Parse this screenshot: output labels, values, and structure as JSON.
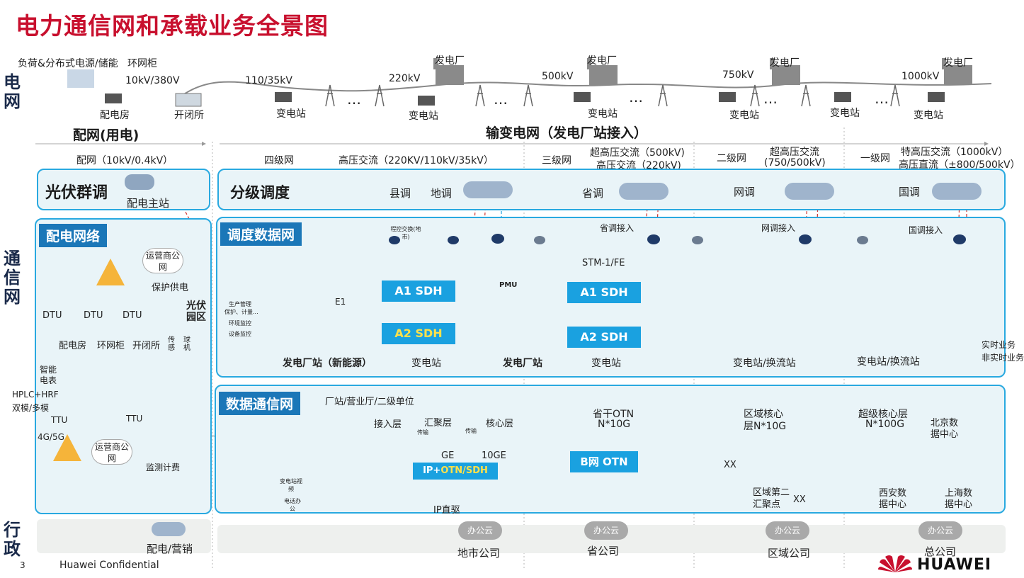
{
  "title": "电力通信网和承载业务全景图",
  "side_labels": {
    "grid": "电网",
    "comm": "通信网",
    "admin": "行政"
  },
  "grid_row": {
    "load": "负荷&分布式电源/储能",
    "ring_cabinet": "环网柜",
    "v10_380": "10kV/380V",
    "dist_room": "配电房",
    "switch_station": "开闭所",
    "v110_35": "110/35kV",
    "substation_a": "变电站",
    "v220": "220kV",
    "power_plant_1": "发电厂",
    "substation_b": "变电站",
    "v500": "500kV",
    "power_plant_2": "发电厂",
    "substation_c": "变电站",
    "v750": "750kV",
    "power_plant_3": "发电厂",
    "substation_d": "变电站",
    "substation_e": "变电站",
    "v1000": "1000kV",
    "power_plant_4": "发电厂",
    "substation_f": "变电站",
    "dots": "…"
  },
  "sections": {
    "dist": "配网(用电)",
    "trans": "输变电网（发电厂站接入）"
  },
  "levels": {
    "dist_range": "配网（10kV/0.4kV）",
    "l4": "四级网",
    "l4_desc": "高压交流（220KV/110kV/35kV）",
    "l3": "三级网",
    "l3_desc1": "超高压交流（500kV)",
    "l3_desc2": "高压交流（220kV)",
    "l2": "二级网",
    "l2_desc1": "超高压交流",
    "l2_desc2": "(750/500kV)",
    "l1": "一级网",
    "l1_desc1": "特高压交流（1000kV）",
    "l1_desc2": "高压直流（±800/500kV）"
  },
  "dispatch": {
    "pv": "光伏群调",
    "pv_master": "配电主站",
    "title": "分级调度",
    "county": "县调",
    "city": "地调",
    "province": "省调",
    "network": "网调",
    "national": "国调"
  },
  "dist_net": {
    "title": "配电网络",
    "operator1": "运营商公网",
    "protect": "保护供电",
    "pv_park": "光伏园区",
    "dtu": "DTU",
    "dist_room": "配电房",
    "ring_cabinet": "环网柜",
    "switch_station": "开闭所",
    "sensor": "传感",
    "dome": "球机",
    "smart_meter": "智能电表",
    "hplc": "HPLC+HRF",
    "dual_mode": "双模/多模",
    "ttu": "TTU",
    "g45": "4G/5G",
    "operator2": "运营商公网",
    "metering": "监测计费"
  },
  "dispatch_net": {
    "title": "调度数据网",
    "remote_switch": "程控交换(地市)",
    "prov_access": "省调接入",
    "net_access": "网调接入",
    "nat_access": "国调接入",
    "stm": "STM-1/FE",
    "pmu": "PMU",
    "e1": "E1",
    "prod_mgmt": "生产管理",
    "protect_meter": "保护、计量...",
    "env_monitor": "环境监控",
    "equip_monitor": "设备监控",
    "a1": "A1 SDH",
    "a2": "A2 SDH",
    "a1b": "A1 SDH",
    "a2b": "A2 SDH",
    "plant_newenergy": "发电厂站（新能源）",
    "substation1": "变电站",
    "plant": "发电厂站",
    "substation2": "变电站",
    "sub_conv1": "变电站/换流站",
    "sub_conv2": "变电站/换流站",
    "legend_rt": "实时业务",
    "legend_nrt": "非实时业务"
  },
  "data_net": {
    "title": "数据通信网",
    "sites": "厂站/营业厅/二级单位",
    "access": "接入层",
    "agg": "汇聚层",
    "core": "核心层",
    "trans1": "传输",
    "trans2": "传输",
    "ge": "GE",
    "tenge": "10GE",
    "ip_otn_prefix": "IP+",
    "ip_otn": "OTN/SDH",
    "sub_video": "变电站视频",
    "phone_office": "电话办公",
    "ip_direct": "IP直驱",
    "prov_otn1": "省干OTN",
    "prov_otn2": "N*10G",
    "b_otn": "B网 OTN",
    "region_core1": "区域核心",
    "region_core2": "层N*10G",
    "xx1": "XX",
    "region_agg1": "区域第二",
    "region_agg2": "汇聚点",
    "xx2": "XX",
    "super_core1": "超级核心层",
    "super_core2": "N*100G",
    "beijing1": "北京数",
    "beijing2": "据中心",
    "xian1": "西安数",
    "xian2": "据中心",
    "shanghai1": "上海数",
    "shanghai2": "据中心"
  },
  "admin": {
    "dist_sales": "配电/营销",
    "office_cloud": "办公云",
    "city_co": "地市公司",
    "prov_co": "省公司",
    "region_co": "区域公司",
    "hq": "总公司"
  },
  "footer": {
    "page": "3",
    "confidential": "Huawei Confidential",
    "brand": "HUAWEI"
  },
  "colors": {
    "accent_red": "#c8102e",
    "panel_border": "#29a9e0",
    "tab_blue": "#1b77b8",
    "sdh_blue": "#1aa1e0"
  }
}
